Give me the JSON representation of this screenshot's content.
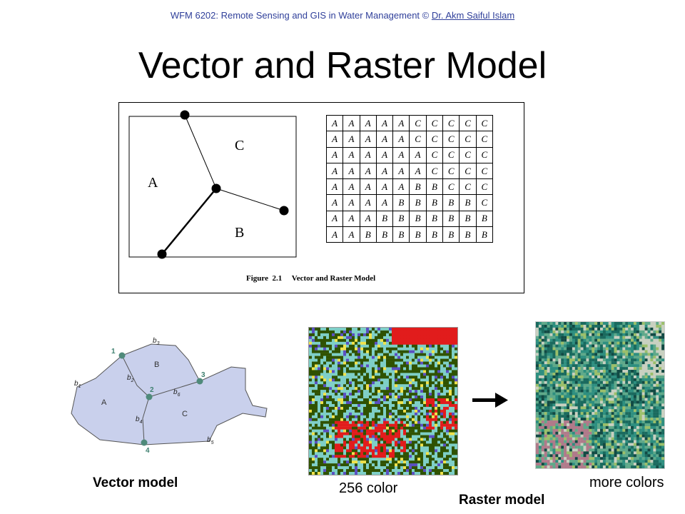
{
  "header": {
    "course_text": "WFM 6202: Remote Sensing and GIS in Water Management © ",
    "author_link": "Dr. Akm Saiful Islam"
  },
  "title": "Vector and Raster Model",
  "figure": {
    "labels": {
      "a": "A",
      "b": "B",
      "c": "C"
    },
    "raster_rows": [
      [
        "A",
        "A",
        "A",
        "A",
        "A",
        "C",
        "C",
        "C",
        "C",
        "C"
      ],
      [
        "A",
        "A",
        "A",
        "A",
        "A",
        "C",
        "C",
        "C",
        "C",
        "C"
      ],
      [
        "A",
        "A",
        "A",
        "A",
        "A",
        "A",
        "C",
        "C",
        "C",
        "C"
      ],
      [
        "A",
        "A",
        "A",
        "A",
        "A",
        "A",
        "C",
        "C",
        "C",
        "C"
      ],
      [
        "A",
        "A",
        "A",
        "A",
        "A",
        "B",
        "B",
        "C",
        "C",
        "C"
      ],
      [
        "A",
        "A",
        "A",
        "A",
        "B",
        "B",
        "B",
        "B",
        "B",
        "C"
      ],
      [
        "A",
        "A",
        "A",
        "B",
        "B",
        "B",
        "B",
        "B",
        "B",
        "B"
      ],
      [
        "A",
        "A",
        "B",
        "B",
        "B",
        "B",
        "B",
        "B",
        "B",
        "B"
      ]
    ],
    "caption_number": "Figure  2.1",
    "caption_text": "Vector and Raster Model"
  },
  "vector_diagram": {
    "nodes": [
      "1",
      "2",
      "3",
      "4"
    ],
    "edges": [
      {
        "base": "b",
        "sub": "1"
      },
      {
        "base": "b",
        "sub": "2"
      },
      {
        "base": "b",
        "sub": "3"
      },
      {
        "base": "b",
        "sub": "4"
      },
      {
        "base": "b",
        "sub": "5"
      },
      {
        "base": "b",
        "sub": "6"
      }
    ],
    "areas": [
      "A",
      "B",
      "C"
    ],
    "colors": {
      "fill": "#c9d0ec",
      "line": "#555555",
      "node": "#4f8a7a"
    }
  },
  "captions": {
    "vector_model": "Vector  model",
    "color_256": "256 color",
    "more_colors": "more colors",
    "raster_model": "Raster model"
  },
  "raster_image_colors": {
    "classes_256": [
      "#2f5200",
      "#7ecfc7",
      "#e11c1c",
      "#5a4fc2",
      "#f0e24a"
    ],
    "photo": [
      "#1a6a5e",
      "#2e8f80",
      "#5fa98a",
      "#9bbf6a",
      "#b07a8a",
      "#c8d0c0",
      "#124a44"
    ]
  }
}
